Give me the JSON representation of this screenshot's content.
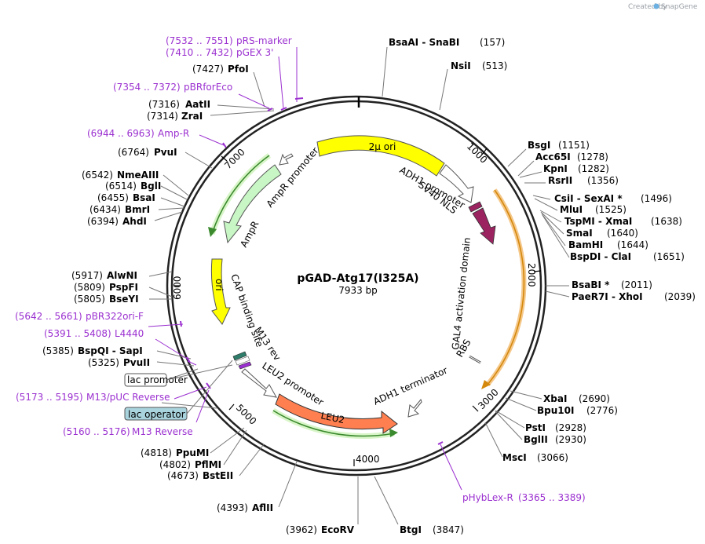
{
  "credit": {
    "text": "Created by",
    "brand": "SnapGene"
  },
  "map": {
    "name": "pGAD-Atg17(I325A)",
    "length": "7933 bp",
    "ticks": [
      "1000",
      "2000",
      "3000",
      "4000",
      "5000",
      "6000",
      "7000"
    ]
  },
  "features": {
    "two_mu_ori": "2µ ori",
    "adh1_promoter": "ADH1 promoter",
    "sv40_nls": "SV40 NLS",
    "gal4_ad": "GAL4 activation domain",
    "rbs": "RBS",
    "adh1_terminator": "ADH1 terminator",
    "leu2": "LEU2",
    "leu2_promoter": "LEU2 promoter",
    "m13_rev": "M13 rev",
    "cap_site": "CAP binding site",
    "ori": "ori",
    "ampr": "AmpR",
    "ampr_promoter": "AmpR promoter"
  },
  "sites_right": [
    {
      "name": "BsaAI  -  SnaBI",
      "pos": "(157)"
    },
    {
      "name": "NsiI",
      "pos": "(513)"
    },
    {
      "name": "BsgI",
      "pos": "(1151)"
    },
    {
      "name": "Acc65I",
      "pos": "(1278)"
    },
    {
      "name": "KpnI",
      "pos": "(1282)"
    },
    {
      "name": "RsrII",
      "pos": "(1356)"
    },
    {
      "name": "CsiI  -  SexAI *",
      "pos": "(1496)"
    },
    {
      "name": "MluI",
      "pos": "(1525)"
    },
    {
      "name": "TspMI  -  XmaI",
      "pos": "(1638)"
    },
    {
      "name": "SmaI",
      "pos": "(1640)"
    },
    {
      "name": "BamHI",
      "pos": "(1644)"
    },
    {
      "name": "BspDI  -  ClaI",
      "pos": "(1651)"
    },
    {
      "name": "BsaBI *",
      "pos": "(2011)"
    },
    {
      "name": "PaeR7I  -  XhoI",
      "pos": "(2039)"
    },
    {
      "name": "XbaI",
      "pos": "(2690)"
    },
    {
      "name": "Bpu10I",
      "pos": "(2776)"
    },
    {
      "name": "PstI",
      "pos": "(2928)"
    },
    {
      "name": "BglII",
      "pos": "(2930)"
    },
    {
      "name": "MscI",
      "pos": "(3066)"
    },
    {
      "name": "BtgI",
      "pos": "(3847)"
    },
    {
      "name": "EcoRV",
      "pos": "(3962)"
    }
  ],
  "sites_left": [
    {
      "name": "PfoI",
      "pos": "(7427)"
    },
    {
      "name": "AatII",
      "pos": "(7316)"
    },
    {
      "name": "ZraI",
      "pos": "(7314)"
    },
    {
      "name": "PvuI",
      "pos": "(6764)"
    },
    {
      "name": "NmeAIII",
      "pos": "(6542)"
    },
    {
      "name": "BglI",
      "pos": "(6514)"
    },
    {
      "name": "BsaI",
      "pos": "(6455)"
    },
    {
      "name": "BmrI",
      "pos": "(6434)"
    },
    {
      "name": "AhdI",
      "pos": "(6394)"
    },
    {
      "name": "AlwNI",
      "pos": "(5917)"
    },
    {
      "name": "PspFI",
      "pos": "(5809)"
    },
    {
      "name": "BseYI",
      "pos": "(5805)"
    },
    {
      "name": "BspQI  -  SapI",
      "pos": "(5385)"
    },
    {
      "name": "PvuII",
      "pos": "(5325)"
    },
    {
      "name": "PpuMI",
      "pos": "(4818)"
    },
    {
      "name": "PflMI",
      "pos": "(4802)"
    },
    {
      "name": "BstEII",
      "pos": "(4673)"
    },
    {
      "name": "AflII",
      "pos": "(4393)"
    }
  ],
  "primers": [
    {
      "range": "(7532 .. 7551)",
      "name": "pRS-marker"
    },
    {
      "range": "(7410 .. 7432)",
      "name": "pGEX 3'"
    },
    {
      "range": "(7354 .. 7372)",
      "name": "pBRforEco"
    },
    {
      "range": "(6944 .. 6963)",
      "name": "Amp-R"
    },
    {
      "range": "(5642 .. 5661)",
      "name": "pBR322ori-F"
    },
    {
      "range": "(5391 .. 5408)",
      "name": "L4440"
    },
    {
      "range": "(5173 .. 5195)",
      "name": "M13/pUC Reverse"
    },
    {
      "range": "(5160 .. 5176)",
      "name": "M13 Reverse"
    },
    {
      "name": "pHybLex-R",
      "range": "(3365 .. 3389)"
    }
  ],
  "boxes": {
    "lac_promoter": "lac promoter",
    "lac_operator": "lac operator"
  },
  "colors": {
    "yellow": "#ffff00",
    "green": "#c8f7c5",
    "orange": "#ff7f50",
    "maroon": "#9b2360",
    "primer": "#9b30d0",
    "gal4": "#f0a020"
  }
}
